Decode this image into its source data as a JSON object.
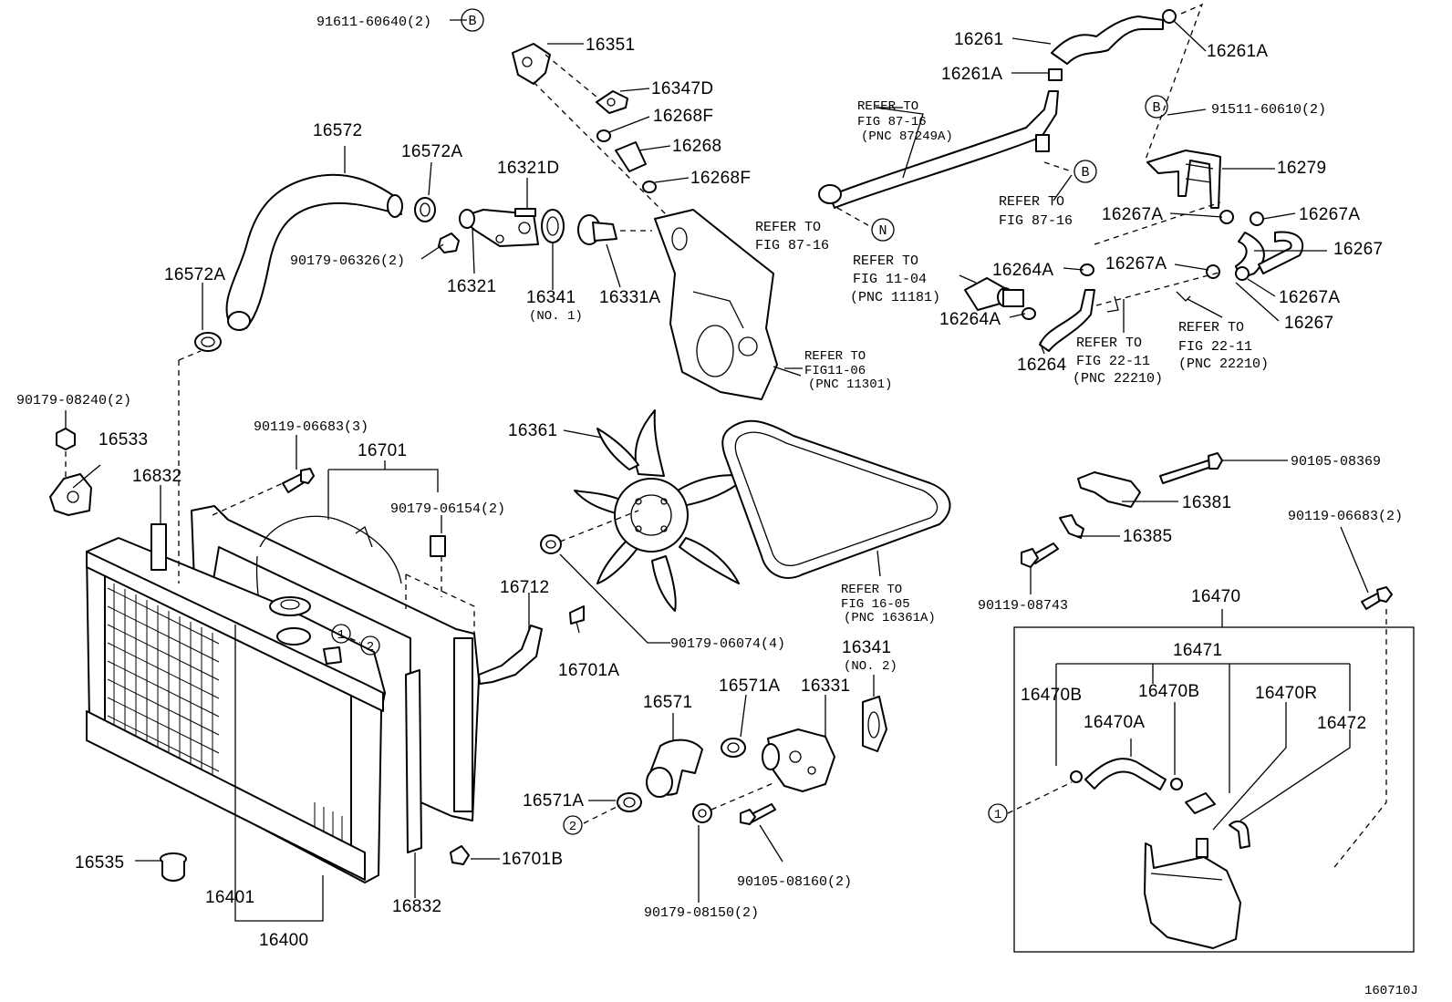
{
  "diagram": {
    "figure_id": "160710J",
    "labels": {
      "p91611": "91611-60640(2)",
      "p16351": "16351",
      "p16347D": "16347D",
      "p16268F_a": "16268F",
      "p16268": "16268",
      "p16268F_b": "16268F",
      "p16572": "16572",
      "p16572A_top": "16572A",
      "p16321D": "16321D",
      "p90179_06326": "90179-06326(2)",
      "p16321": "16321",
      "p16341": "16341",
      "p16341_no1": "(NO. 1)",
      "p16331A": "16331A",
      "p16572A_left": "16572A",
      "p90179_08240": "90179-08240(2)",
      "p16533": "16533",
      "p16832_top": "16832",
      "p90119_06683_3": "90119-06683(3)",
      "p16701": "16701",
      "p90179_06154": "90179-06154(2)",
      "p16361": "16361",
      "p16712": "16712",
      "p16701A": "16701A",
      "p90179_06074": "90179-06074(4)",
      "p16571": "16571",
      "p16571A_top": "16571A",
      "p16331": "16331",
      "p16341_b": "16341",
      "p16341_no2": "(NO. 2)",
      "p16571A_left": "16571A",
      "p16535": "16535",
      "p16401": "16401",
      "p16832_bottom": "16832",
      "p16701B": "16701B",
      "p16400": "16400",
      "p90105_08160": "90105-08160(2)",
      "p90179_08150": "90179-08150(2)",
      "p16261": "16261",
      "p16261A_right": "16261A",
      "p16261A_left": "16261A",
      "p91511": "91511-60610(2)",
      "p16279": "16279",
      "p16267A_1": "16267A",
      "p16267A_2": "16267A",
      "p16267_top": "16267",
      "p16264A_top": "16264A",
      "p16267A_3": "16267A",
      "p16267A_4": "16267A",
      "p16267_mid": "16267",
      "p16264A_left": "16264A",
      "p16264": "16264",
      "p90105_08369": "90105-08369",
      "p16381": "16381",
      "p90119_06683_2": "90119-06683(2)",
      "p16385": "16385",
      "p90119_08743": "90119-08743",
      "p16470": "16470",
      "p16471": "16471",
      "p16470B_a": "16470B",
      "p16470B_b": "16470B",
      "p16470R": "16470R",
      "p16470A": "16470A",
      "p16472": "16472"
    },
    "refs": {
      "r1_l1": "REFER TO",
      "r1_l2": "FIG 87-16",
      "r1_l3": "(PNC 87249A)",
      "r2_l1": "REFER TO",
      "r2_l2": "FIG 87-16",
      "r3_l1": "REFER TO",
      "r3_l2": "FIG 87-16",
      "r4_l1": "REFER TO",
      "r4_l2": "FIG 11-04",
      "r4_l3": "(PNC 11181)",
      "r5_l1": "REFER TO",
      "r5_l2": "FIG11-06",
      "r5_l3": "(PNC 11301)",
      "r6_l1": "REFER TO",
      "r6_l2": "FIG 22-11",
      "r6_l3": "(PNC 22210)",
      "r7_l1": "REFER TO",
      "r7_l2": "FIG 22-11",
      "r7_l3": "(PNC 22210)",
      "r8_l1": "REFER TO",
      "r8_l2": "FIG 16-05",
      "r8_l3": "(PNC 16361A)"
    },
    "markers": {
      "b": "B",
      "n": "N",
      "one": "1",
      "two": "2"
    }
  }
}
